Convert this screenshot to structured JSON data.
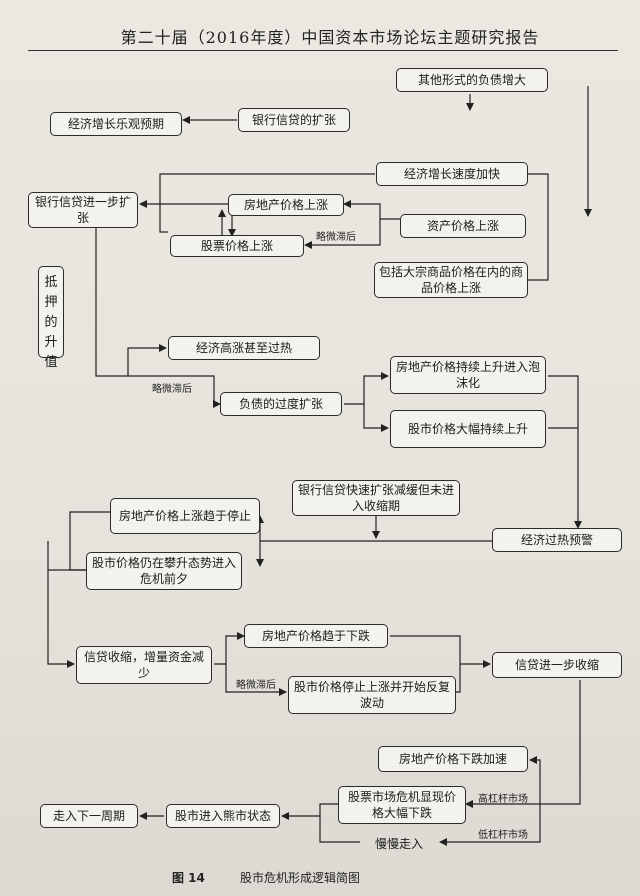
{
  "header": {
    "title": "第二十届（2016年度）中国资本市场论坛主题研究报告"
  },
  "boxes": {
    "other_debt": "其他形式的负债增大",
    "econ_optimism": "经济增长乐观预期",
    "bank_credit": "银行信贷的扩张",
    "econ_growth_accel": "经济增长速度加快",
    "bank_credit_further": "银行信贷进一步扩张",
    "real_estate_rise": "房地产价格上涨",
    "asset_price_rise": "资产价格上涨",
    "stock_rise": "股票价格上涨",
    "commodity_rise": "包括大宗商品价格在内的商品价格上涨",
    "collateral": "抵押的升值",
    "overheat": "经济高涨甚至过热",
    "debt_expansion": "负债的过度扩张",
    "re_bubble": "房地产价格持续上升进入泡沫化",
    "stock_surge": "股市价格大幅持续上升",
    "credit_slowing": "银行信贷快速扩张减缓但未进入收缩期",
    "re_stop": "房地产价格上涨趋于停止",
    "stock_crisis_eve": "股市价格仍在攀升态势进入危机前夕",
    "overheat_warning": "经济过热预警",
    "credit_contract": "信贷收缩，增量资金减少",
    "re_fall": "房地产价格趋于下跌",
    "credit_further_contract": "信贷进一步收缩",
    "stock_stop": "股市价格停止上涨并开始反复波动",
    "re_fall_accel": "房地产价格下跌加速",
    "stock_crash": "股票市场危机显现价格大幅下跌",
    "next_cycle": "走入下一周期",
    "bear_market": "股市进入熊市状态",
    "slow_exit": "慢慢走入"
  },
  "labels": {
    "lag1": "略微滞后",
    "lag2": "略微滞后",
    "lag3": "略微滞后",
    "high_leverage": "高杠杆市场",
    "low_leverage": "低杠杆市场"
  },
  "caption": {
    "figure": "图 14",
    "title": "股市危机形成逻辑简图"
  }
}
